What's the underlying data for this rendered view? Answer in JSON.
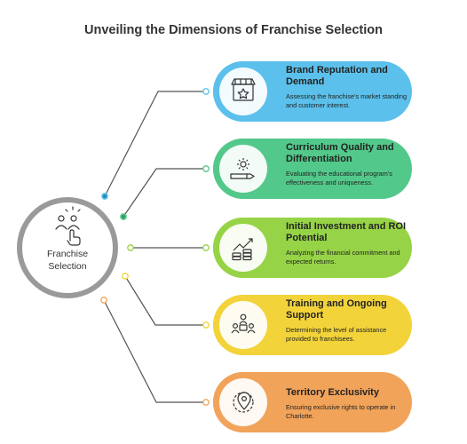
{
  "title": "Unveiling the Dimensions of Franchise Selection",
  "hub": {
    "label_line1": "Franchise",
    "label_line2": "Selection",
    "icon": "people-touch-icon"
  },
  "items": [
    {
      "title": "Brand Reputation and Demand",
      "description": "Assessing the franchise's market standing and customer interest.",
      "icon": "storefront-star-icon",
      "color": "#5bc0eb"
    },
    {
      "title": "Curriculum Quality and Differentiation",
      "description": "Evaluating the educational program's effectiveness and uniqueness.",
      "icon": "gear-pencil-icon",
      "color": "#52c98a"
    },
    {
      "title": "Initial Investment and ROI Potential",
      "description": "Analyzing the financial commitment and expected returns.",
      "icon": "growth-chart-coins-icon",
      "color": "#96d346"
    },
    {
      "title": "Training and Ongoing Support",
      "description": "Determining the level of assistance provided to franchisees.",
      "icon": "training-group-icon",
      "color": "#f2d33a"
    },
    {
      "title": "Territory Exclusivity",
      "description": "Ensuring exclusive rights to operate in Charlotte.",
      "icon": "map-pin-icon",
      "color": "#f2a35a"
    }
  ]
}
